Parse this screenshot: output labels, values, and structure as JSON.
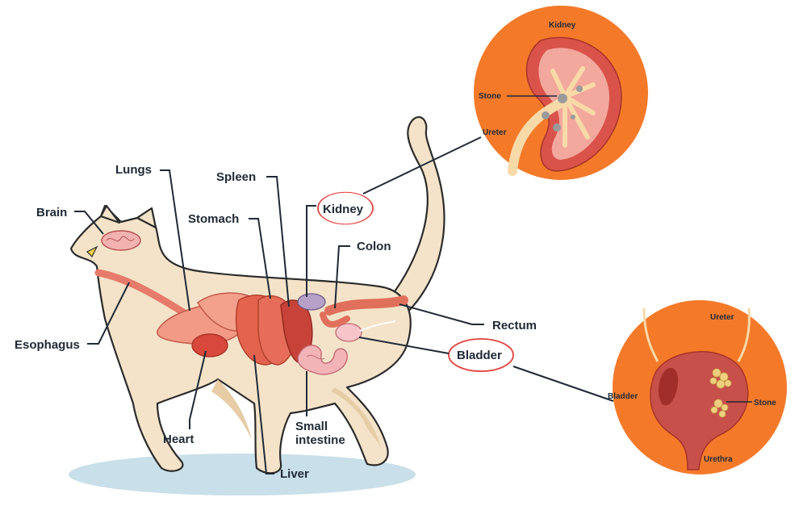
{
  "labels": {
    "brain": "Brain",
    "lungs": "Lungs",
    "spleen": "Spleen",
    "stomach": "Stomach",
    "kidney": "Kidney",
    "colon": "Colon",
    "rectum": "Rectum",
    "bladder": "Bladder",
    "esophagus": "Esophagus",
    "heart": "Heart",
    "small_intestine_line1": "Small",
    "small_intestine_line2": "intestine",
    "liver": "Liver"
  },
  "kidney_inset": {
    "title": "Kidney",
    "stone": "Stone",
    "ureter": "Ureter"
  },
  "bladder_inset": {
    "ureter": "Ureter",
    "bladder": "Bladder",
    "stone": "Stone",
    "urethra": "Urethra"
  },
  "colors": {
    "cat_body": "#f4e3c9",
    "cat_shadow": "#e6cda6",
    "inset_bg": "#f47a2a",
    "organ_red": "#e05a48",
    "organ_dark": "#c8433a",
    "highlight_circle": "#e0403a",
    "ground": "#c9dfe9"
  }
}
